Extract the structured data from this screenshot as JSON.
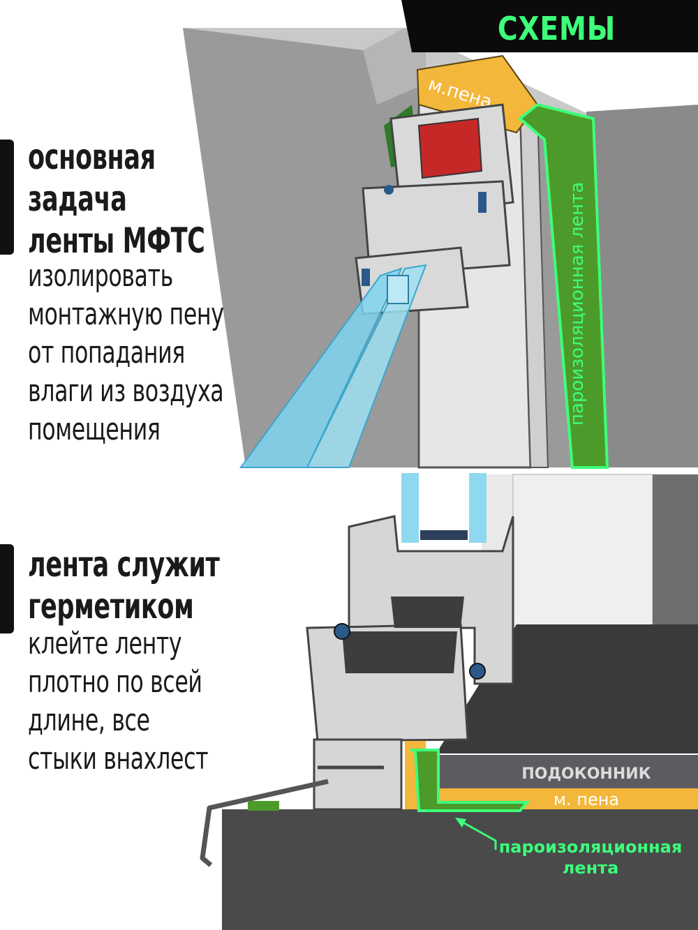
{
  "header": {
    "title": "СХЕМЫ"
  },
  "section1": {
    "heading": [
      "основная",
      "задача",
      "ленты МФТС"
    ],
    "body": [
      "изолировать",
      "монтажную пену",
      "от попадания",
      "влаги из воздуха",
      "помещения"
    ]
  },
  "section2": {
    "heading": [
      "лента служит",
      "герметиком"
    ],
    "body": [
      "клейте ленту",
      "плотно по всей",
      "длине, все",
      "стыки внахлест"
    ]
  },
  "diagram_top": {
    "foam_label": "м.пена",
    "tape_label": "пароизоляционная лента"
  },
  "diagram_bottom": {
    "sill_label": "ПОДОКОННИК",
    "foam_label": "м. пена",
    "tape_label": [
      "пароизоляционная",
      "лента"
    ]
  },
  "colors": {
    "accent_green": "#3dff7a",
    "tape_green": "#4c9a2a",
    "foam_yellow": "#f3b73b",
    "header_bg": "#0b0b0b",
    "glass_blue": "#7fd3ee",
    "insert_red": "#c62828"
  }
}
